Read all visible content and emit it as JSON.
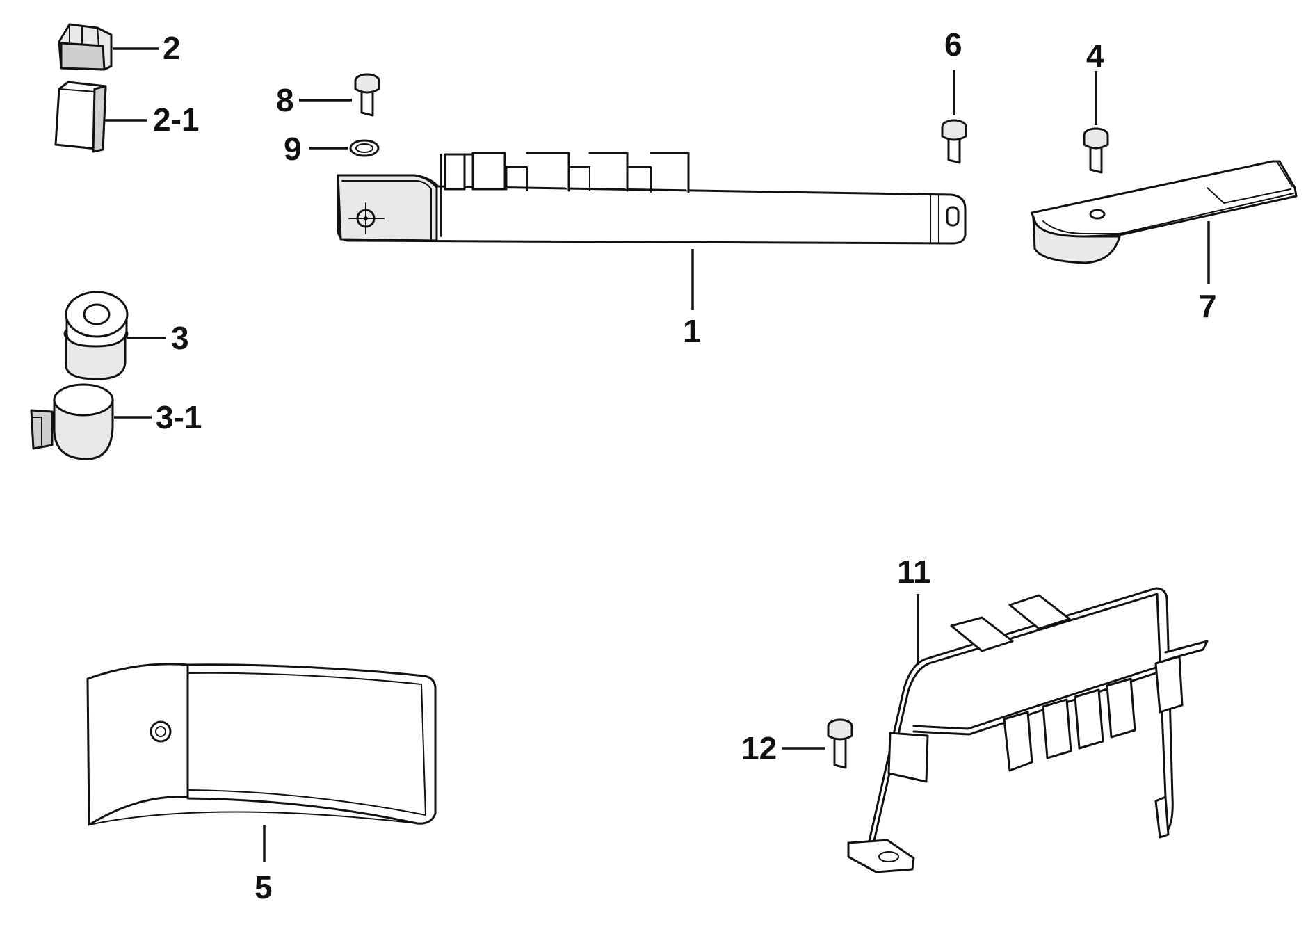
{
  "callouts": {
    "label_1": "1",
    "label_2": "2",
    "label_2_1": "2-1",
    "label_3": "3",
    "label_3_1": "3-1",
    "label_4": "4",
    "label_5": "5",
    "label_6": "6",
    "label_7": "7",
    "label_8": "8",
    "label_9": "9",
    "label_11": "11",
    "label_12": "12"
  },
  "colors": {
    "ink": "#111111",
    "background": "#ffffff"
  }
}
